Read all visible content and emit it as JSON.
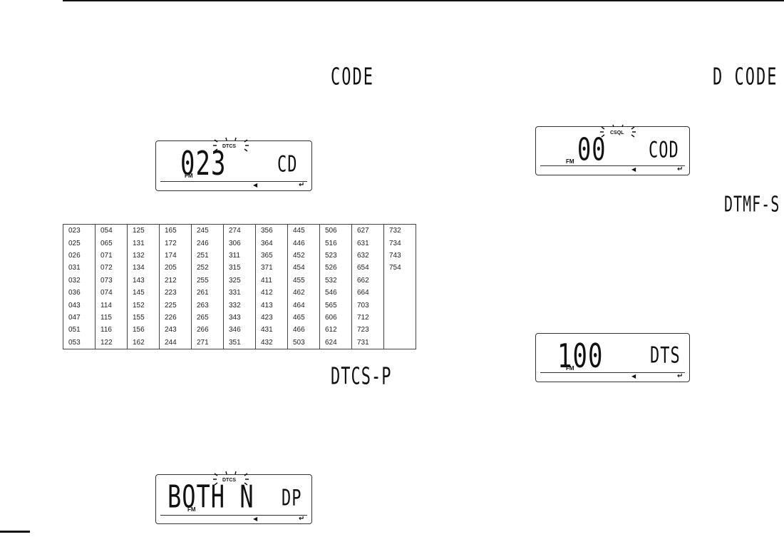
{
  "labels": {
    "code": "CODE",
    "d_code": "D CODE",
    "dtmf_s": "DTMF-S",
    "dtcs_p": "DTCS-P"
  },
  "displays": {
    "dtcs_code": {
      "flag": "DTCS",
      "main": "023",
      "side": "CD",
      "mode": "FM"
    },
    "csql_code": {
      "flag": "CSQL",
      "main": "00",
      "side": "COD",
      "mode": "FM"
    },
    "dtmf_speed": {
      "main": "100",
      "side": "DTS",
      "mode": "FM"
    },
    "dtcs_polarity": {
      "flag": "DTCS",
      "main": "BOTH N",
      "side": "DP",
      "mode": "FM"
    }
  },
  "dtcs_table": {
    "rows": [
      [
        "023",
        "054",
        "125",
        "165",
        "245",
        "274",
        "356",
        "445",
        "506",
        "627",
        "732"
      ],
      [
        "025",
        "065",
        "131",
        "172",
        "246",
        "306",
        "364",
        "446",
        "516",
        "631",
        "734"
      ],
      [
        "026",
        "071",
        "132",
        "174",
        "251",
        "311",
        "365",
        "452",
        "523",
        "632",
        "743"
      ],
      [
        "031",
        "072",
        "134",
        "205",
        "252",
        "315",
        "371",
        "454",
        "526",
        "654",
        "754"
      ],
      [
        "032",
        "073",
        "143",
        "212",
        "255",
        "325",
        "411",
        "455",
        "532",
        "662",
        ""
      ],
      [
        "036",
        "074",
        "145",
        "223",
        "261",
        "331",
        "412",
        "462",
        "546",
        "664",
        ""
      ],
      [
        "043",
        "114",
        "152",
        "225",
        "263",
        "332",
        "413",
        "464",
        "565",
        "703",
        ""
      ],
      [
        "047",
        "115",
        "155",
        "226",
        "265",
        "343",
        "423",
        "465",
        "606",
        "712",
        ""
      ],
      [
        "051",
        "116",
        "156",
        "243",
        "266",
        "346",
        "431",
        "466",
        "612",
        "723",
        ""
      ],
      [
        "053",
        "122",
        "162",
        "244",
        "271",
        "351",
        "432",
        "503",
        "624",
        "731",
        ""
      ]
    ]
  }
}
